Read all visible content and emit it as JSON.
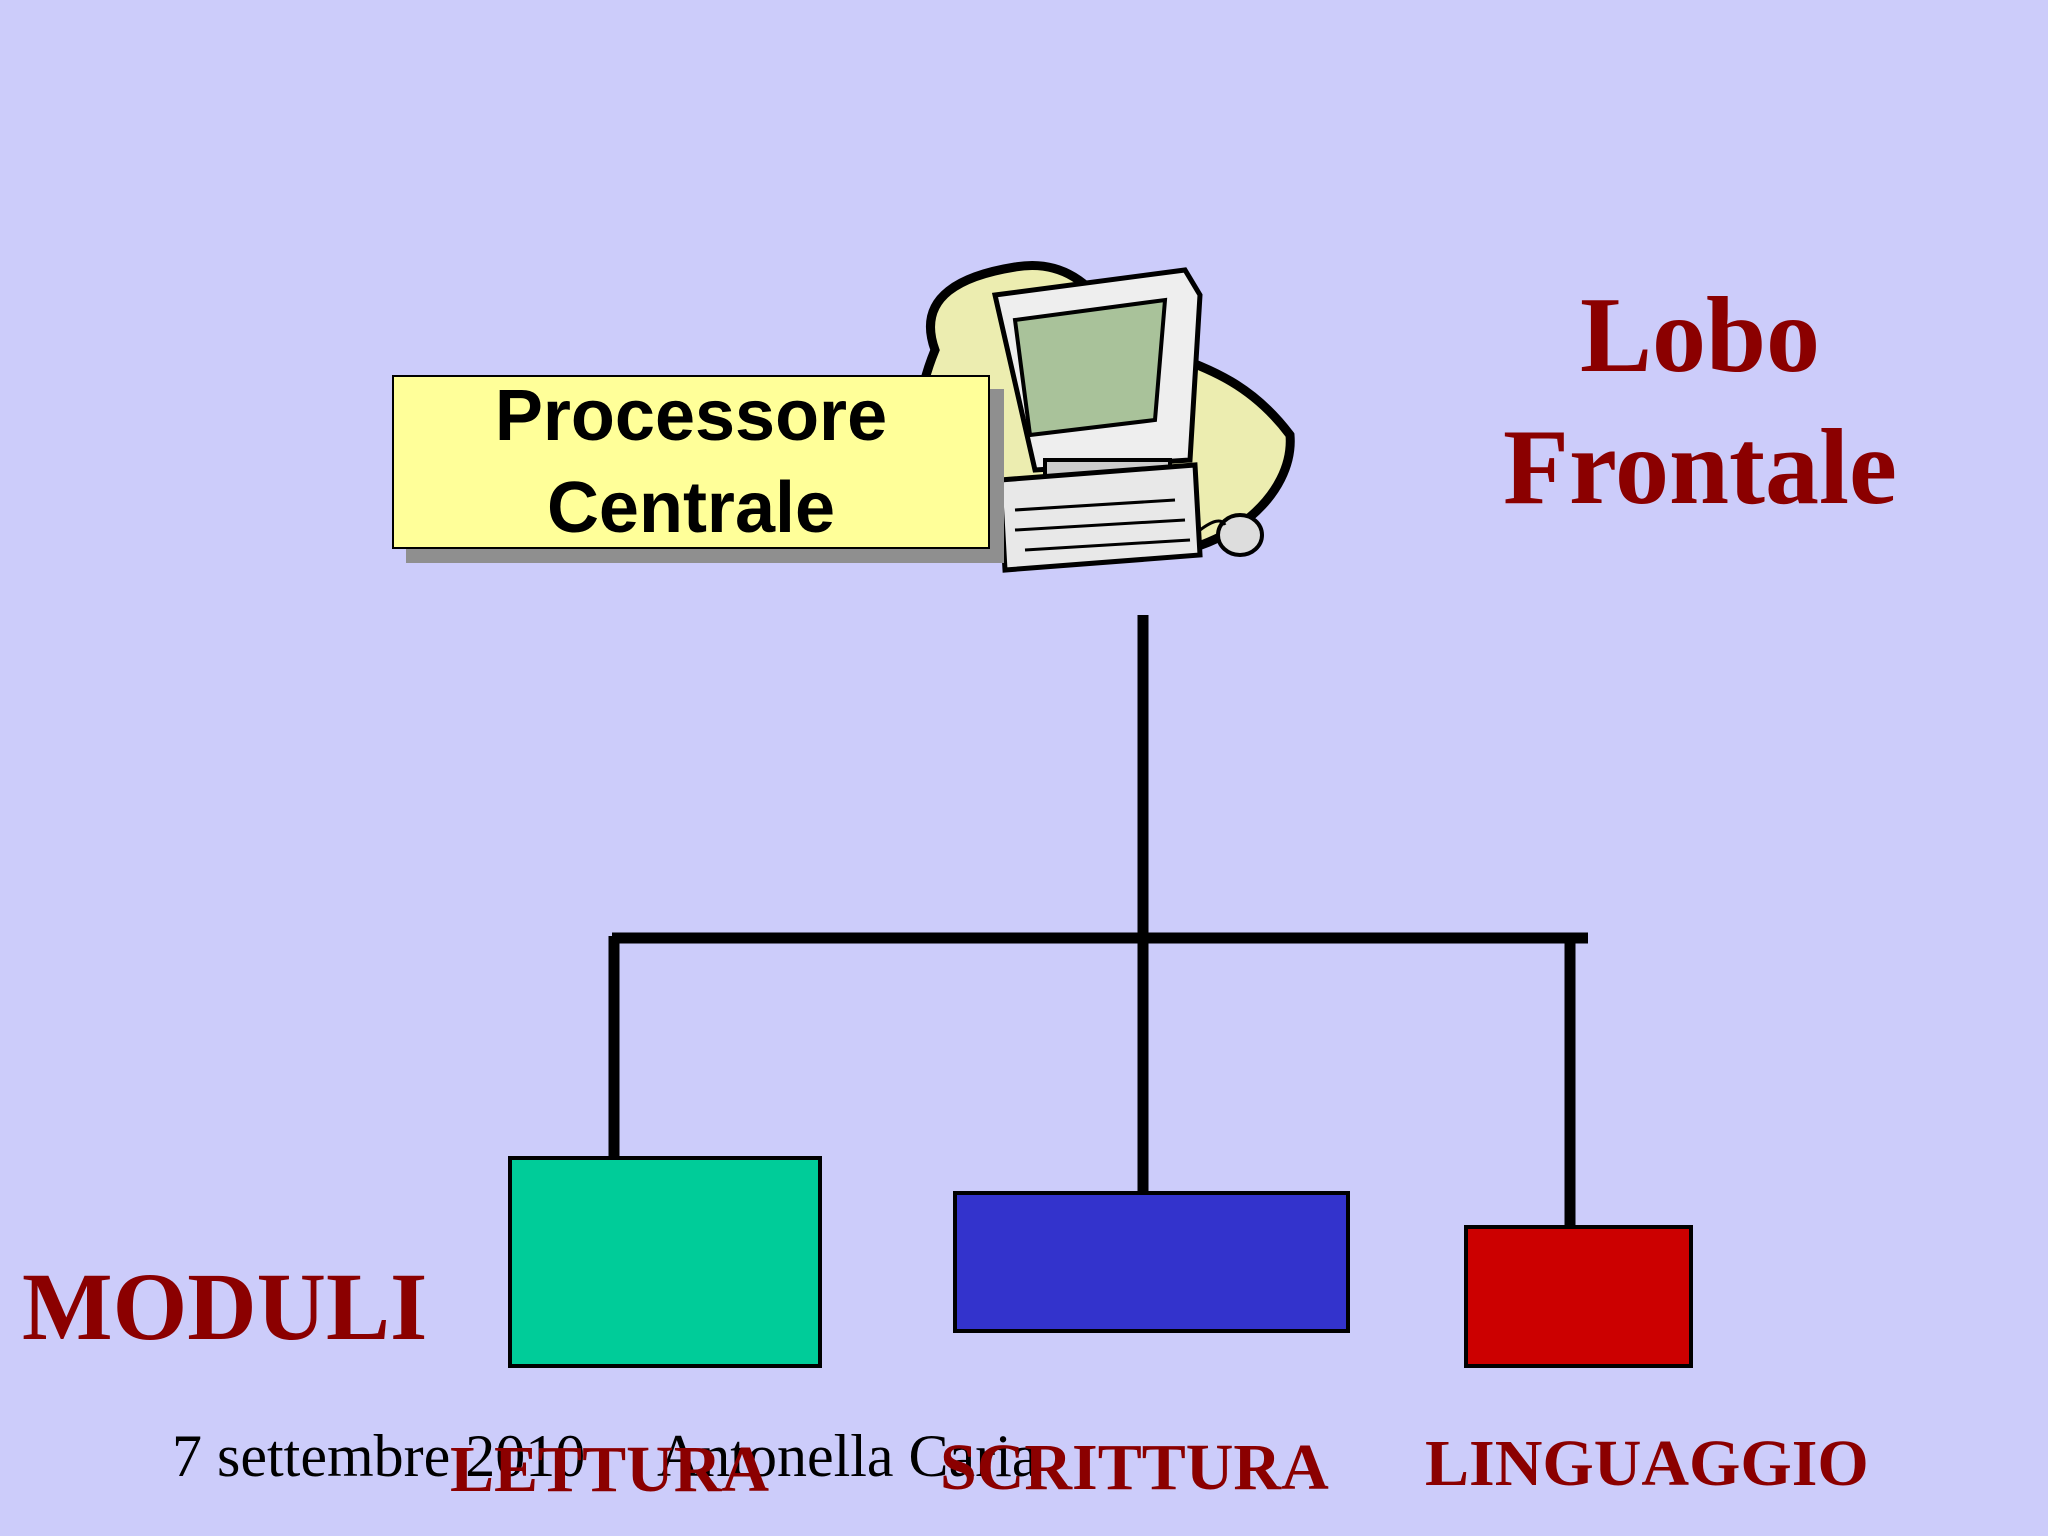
{
  "processor_label": {
    "line1": "Processore",
    "line2": "Centrale"
  },
  "title": {
    "line1": "Lobo",
    "line2": "Frontale"
  },
  "moduli_label": "MODULI",
  "modules": [
    {
      "label": "LETTURA",
      "color": "#00cc99"
    },
    {
      "label": "SCRITTURA",
      "color": "#3333cc"
    },
    {
      "label": "LINGUAGGIO",
      "color": "#cc0000"
    }
  ],
  "footer": {
    "date": "7 settembre 2010",
    "author": "Antonella Caria"
  },
  "icon": "computer-clipart-icon"
}
